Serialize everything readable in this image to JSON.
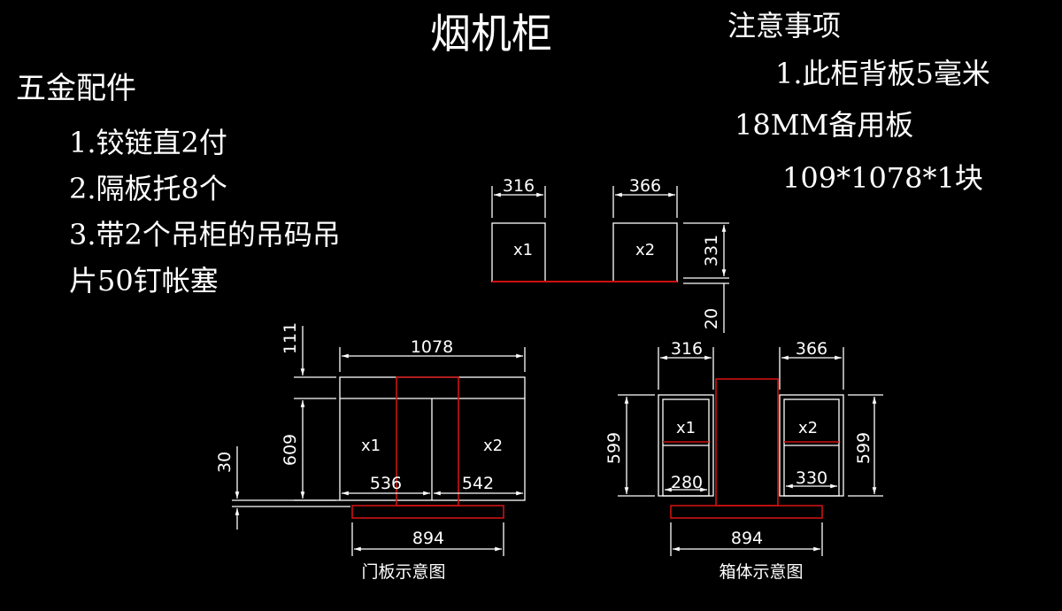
{
  "title": "烟机柜",
  "hardware": {
    "heading": "五金配件",
    "items": [
      "1.铰链直2付",
      "2.隔板托8个",
      "3.带2个吊柜的吊码吊",
      "片50钉帐塞"
    ]
  },
  "notes": {
    "heading": "注意事项",
    "items": [
      "1.此柜背板5毫米",
      "18MM备用板",
      "109*1078*1块"
    ]
  },
  "top_view": {
    "dims": [
      "316",
      "366",
      "331",
      "20"
    ],
    "labels": [
      "x1",
      "x2"
    ]
  },
  "door_view": {
    "dims": [
      "1078",
      "111",
      "609",
      "30",
      "536",
      "542",
      "894"
    ],
    "labels": [
      "x1",
      "x2"
    ],
    "caption": "门板示意图"
  },
  "body_view": {
    "dims": [
      "316",
      "366",
      "599",
      "599",
      "280",
      "330",
      "894"
    ],
    "labels": [
      "x1",
      "x2"
    ],
    "caption": "箱体示意图"
  },
  "colors": {
    "background": "#000000",
    "lines": "#ffffff",
    "accent": "#cc1111"
  }
}
